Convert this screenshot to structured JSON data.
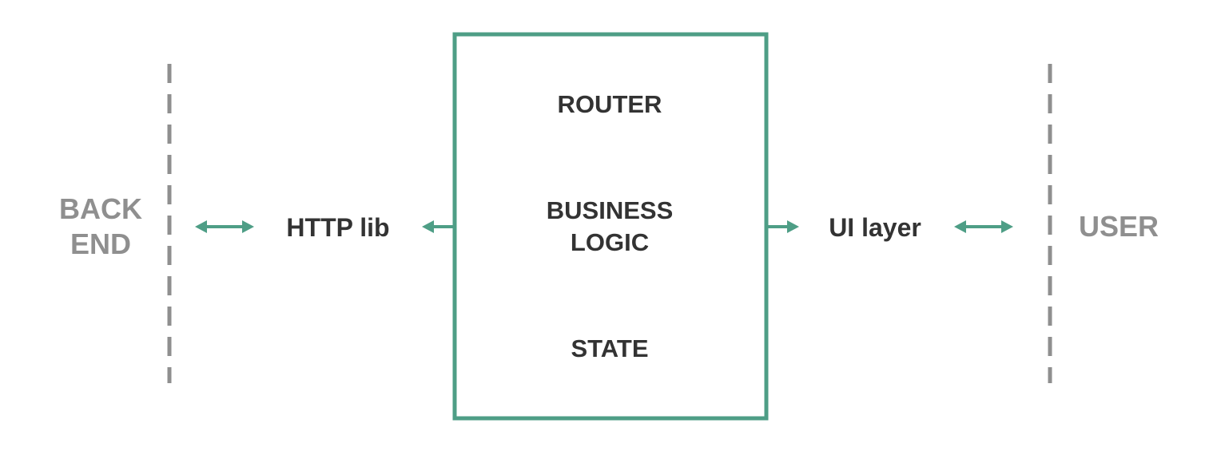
{
  "colors": {
    "accent": "#4e9e86",
    "boundary": "#8f8f8f",
    "label": "#333333",
    "side_label": "#8f8f8f",
    "background": "#ffffff"
  },
  "labels": {
    "backend_line1": "BACK",
    "backend_line2": "END",
    "http_lib": "HTTP lib",
    "router": "ROUTER",
    "business_line1": "BUSINESS",
    "business_line2": "LOGIC",
    "state": "STATE",
    "ui_layer": "UI layer",
    "user": "USER"
  }
}
